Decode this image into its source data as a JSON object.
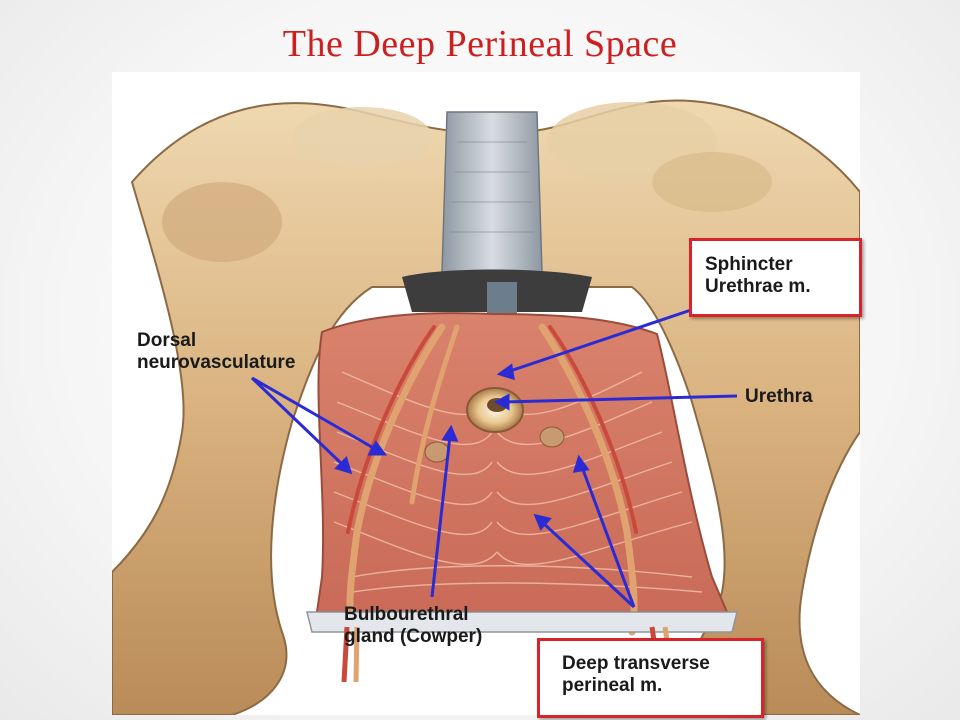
{
  "slide": {
    "title": "The Deep Perineal Space"
  },
  "figure": {
    "labels": {
      "dorsal": [
        "Dorsal",
        "neurovasculature"
      ],
      "sphincter": [
        "Sphincter",
        "Urethrae m."
      ],
      "urethra": "Urethra",
      "bulbourethral": [
        "Bulbourethral",
        "gland (Cowper)"
      ],
      "deep_transverse": [
        "Deep transverse",
        "perineal m."
      ]
    }
  },
  "colors": {
    "title": "#cc1f1f",
    "highlight_box": "#d8232a",
    "pointer_lines": "#2b2bd6"
  }
}
